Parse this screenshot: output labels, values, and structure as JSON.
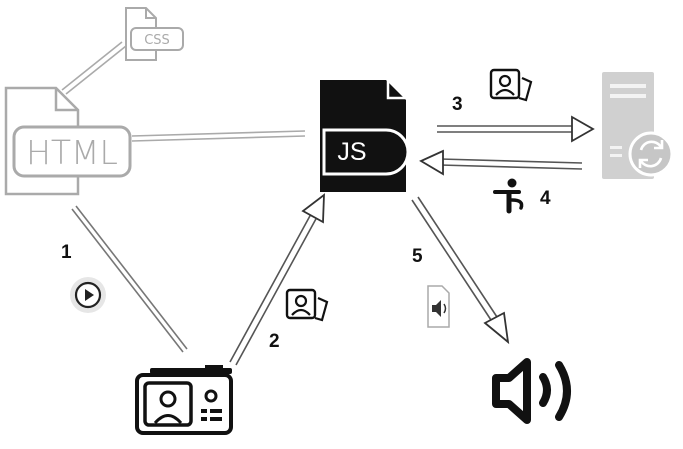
{
  "nodes": {
    "css_file": {
      "label": "CSS"
    },
    "html_file": {
      "label": "HTML"
    },
    "js_file": {
      "label": "JS"
    },
    "camera": {},
    "server": {},
    "speaker": {}
  },
  "steps": [
    "1",
    "2",
    "3",
    "4",
    "5"
  ],
  "colors": {
    "dark": "#111111",
    "faded": "#a8a8a8",
    "server_body": "#d0d0d0",
    "arrow_fill": "#ffffff"
  }
}
